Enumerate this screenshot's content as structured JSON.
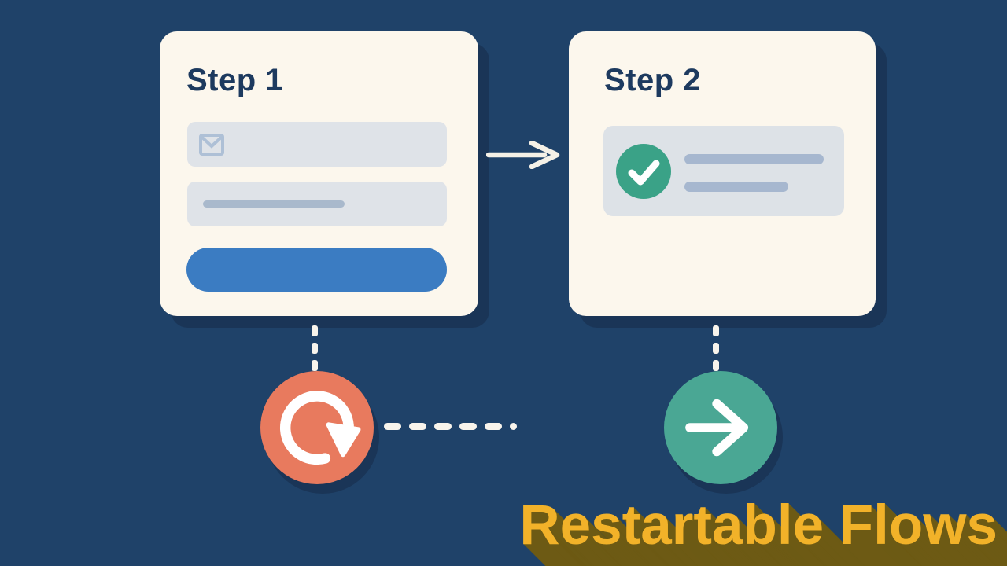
{
  "step1": {
    "title": "Step 1"
  },
  "step2": {
    "title": "Step 2"
  },
  "caption": {
    "text": "Restartable Flows"
  },
  "icons": {
    "email_field": "envelope-icon",
    "step_connector": "arrow-right-icon",
    "result_status": "check-icon",
    "restart_circle": "restart-icon",
    "forward_circle": "arrow-right-icon"
  },
  "colors": {
    "background": "#1f4269",
    "card_background": "#fcf7ed",
    "card_shadow": "#1a3557",
    "heading_text": "#1d3a5f",
    "field_background": "#dfe3e8",
    "field_line": "#a9b9cc",
    "envelope_stroke": "#aec0d6",
    "primary_button": "#3b7cc2",
    "result_box": "#dde2e7",
    "result_lines": "#a6b7cf",
    "check_circle": "#3aa287",
    "restart_circle": "#e87a5e",
    "forward_circle": "#4aa794",
    "connector_white": "#f8f4ec",
    "caption_text": "#f2b229",
    "caption_shadow": "#6d5a14"
  }
}
